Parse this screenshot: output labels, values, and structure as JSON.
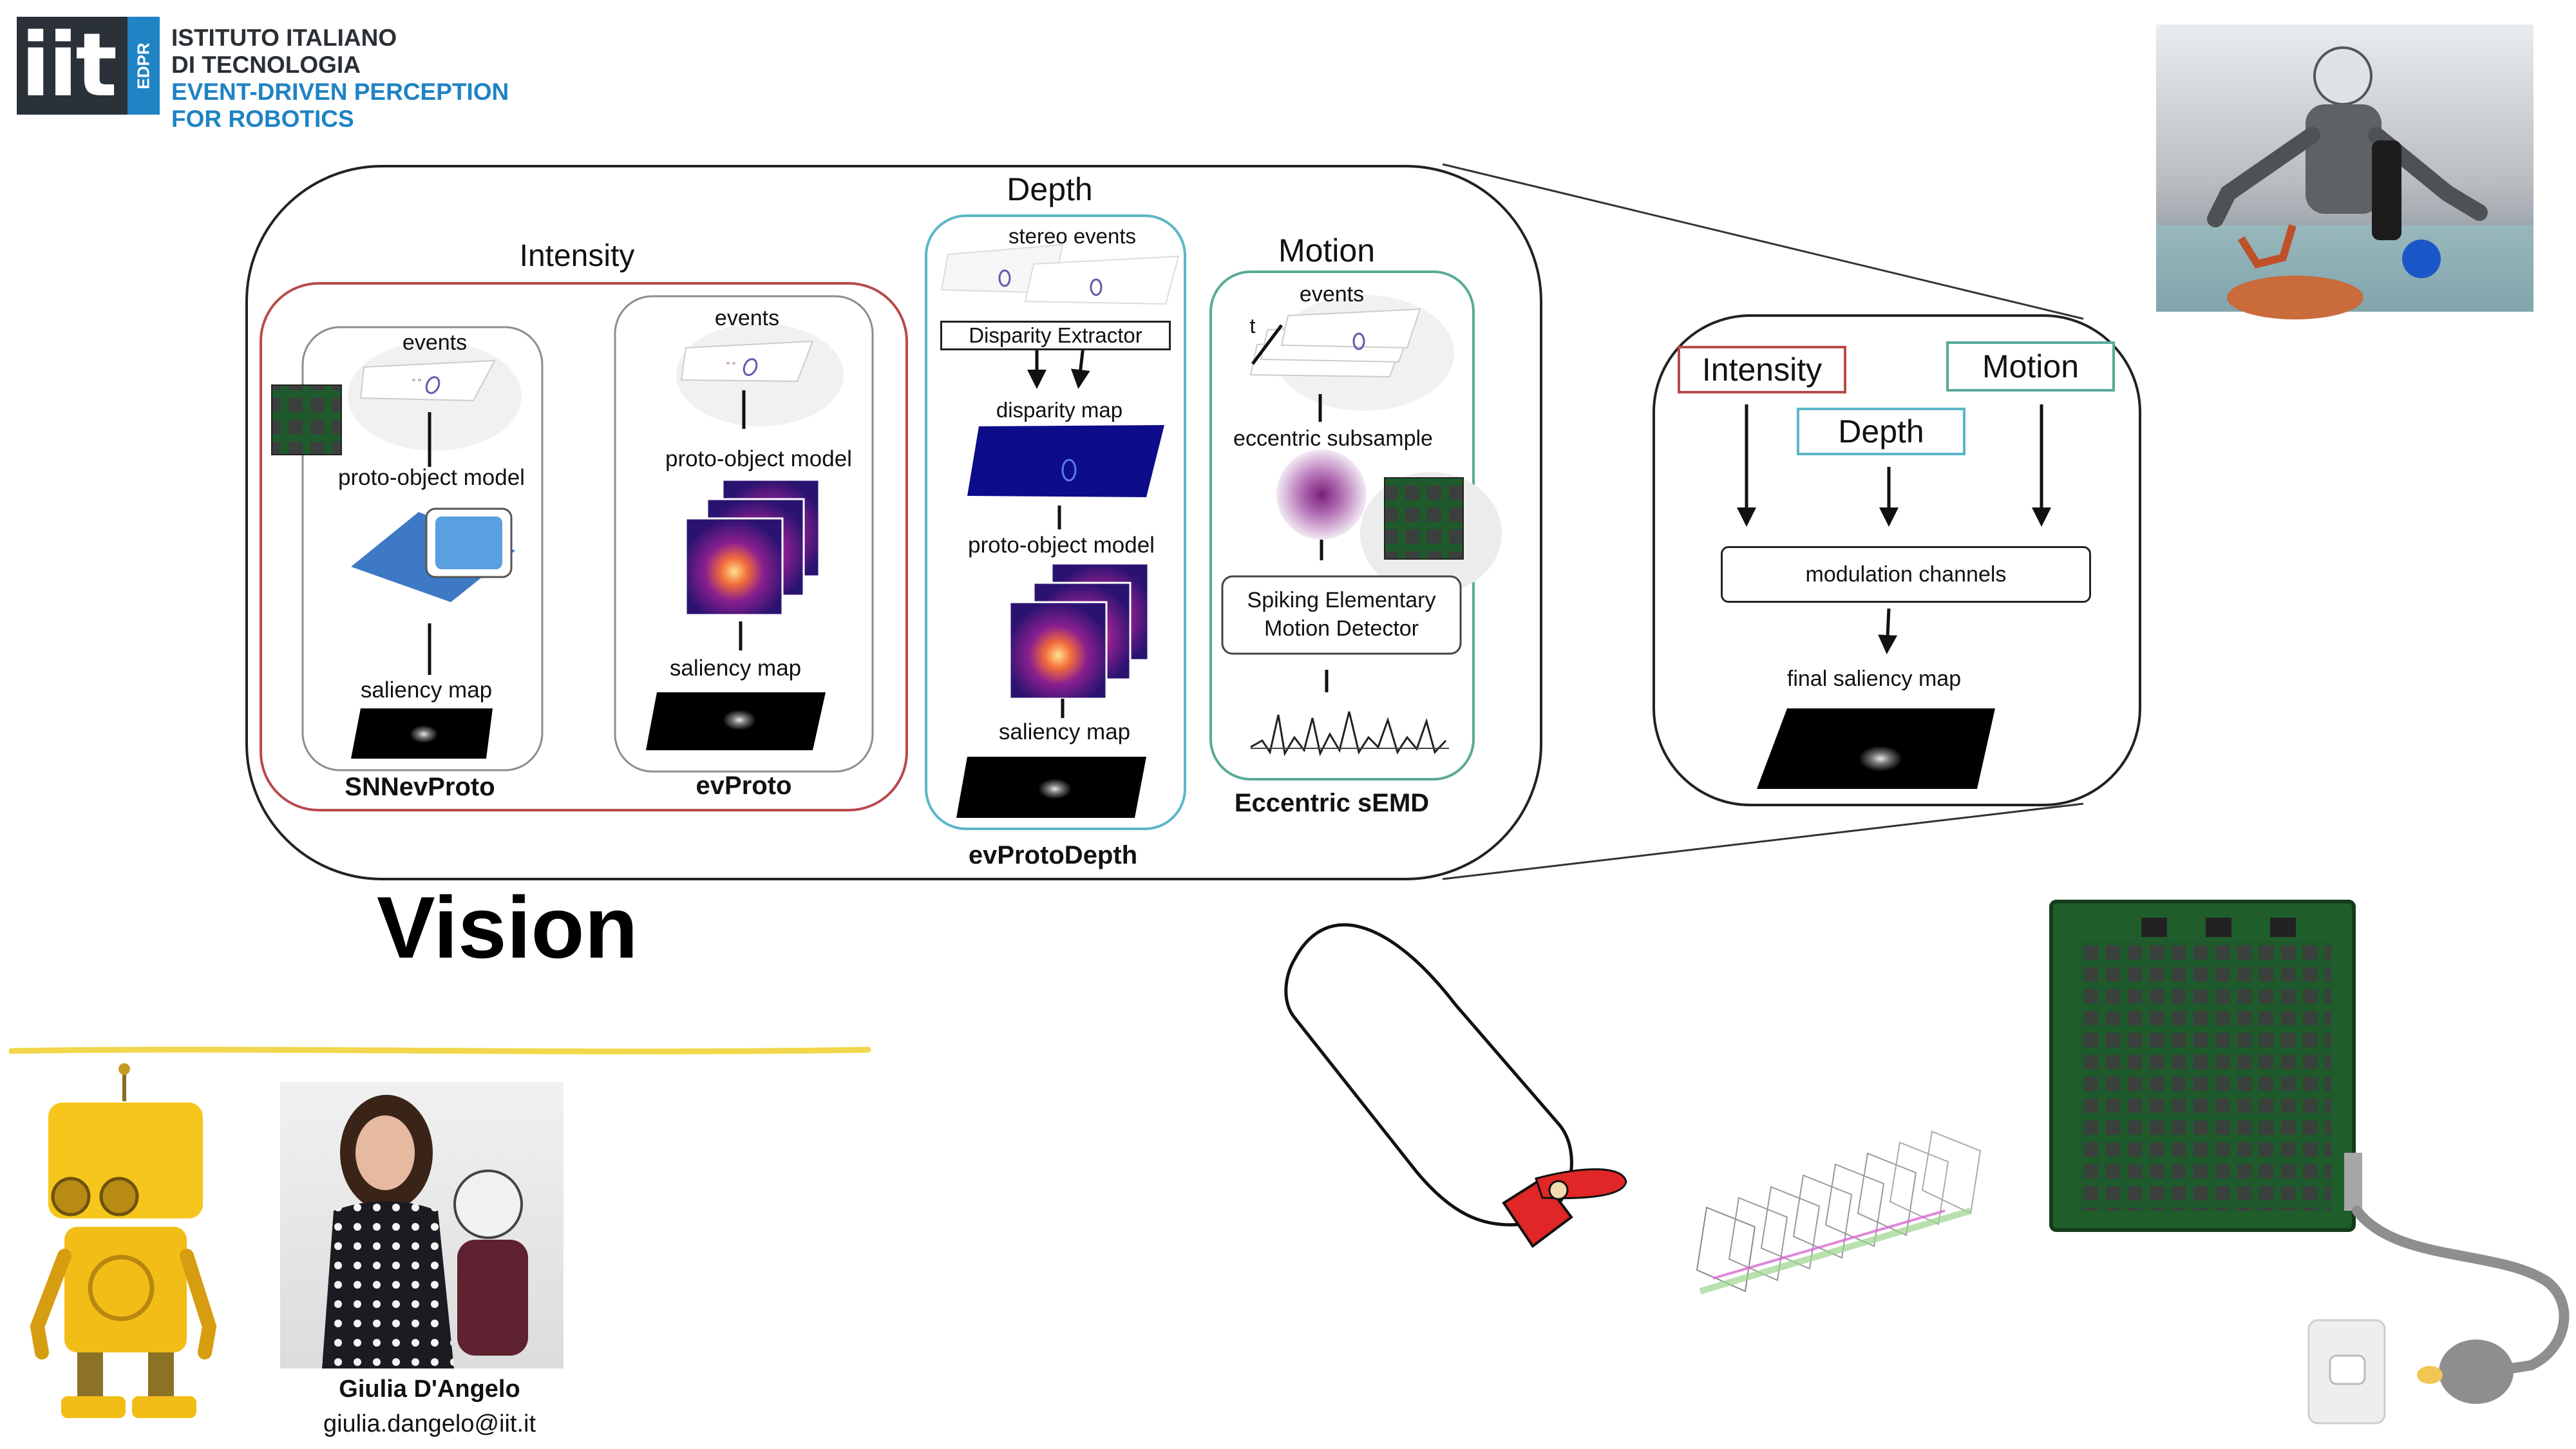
{
  "logo": {
    "brand": "iit",
    "badge": "EDPR",
    "org_lines": [
      "ISTITUTO ITALIANO",
      "DI TECNOLOGIA",
      "EVENT-DRIVEN PERCEPTION",
      "FOR ROBOTICS"
    ],
    "colors": {
      "dark": "#2a2f35",
      "blue": "#1f83c4"
    }
  },
  "main_diagram": {
    "depth_title": "Depth",
    "intensity": {
      "title": "Intensity",
      "snnevproto": {
        "name": "SNNevProto",
        "steps": [
          "events",
          "proto-object model",
          "saliency map"
        ]
      },
      "evproto": {
        "name": "evProto",
        "steps": [
          "events",
          "proto-object model",
          "saliency map"
        ]
      }
    },
    "depth": {
      "name": "evProtoDepth",
      "steps": [
        "stereo events",
        "Disparity Extractor",
        "disparity map",
        "proto-object model",
        "saliency map"
      ]
    },
    "motion": {
      "title": "Motion",
      "name": "Eccentric sEMD",
      "steps": [
        "events",
        "eccentric subsample",
        "Spiking Elementary Motion Detector"
      ],
      "axis_label": "t"
    },
    "colors": {
      "intensity_border": "#b94a4a",
      "depth_border": "#5bb6c9",
      "motion_border": "#5aaa98"
    }
  },
  "summary": {
    "channels": [
      "Intensity",
      "Depth",
      "Motion"
    ],
    "modulation": "modulation channels",
    "final": "final saliency map"
  },
  "vision_title": "Vision",
  "author": {
    "name": "Giulia D'Angelo",
    "email": "giulia.dangelo@iit.it"
  },
  "accent_line_color": "#f2d64b"
}
